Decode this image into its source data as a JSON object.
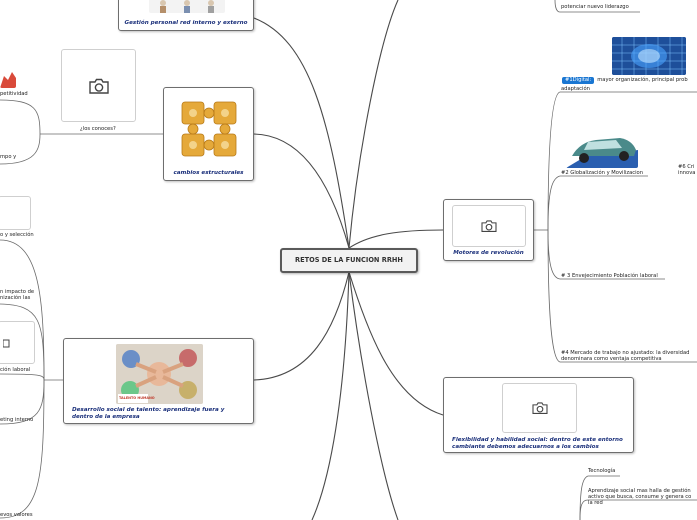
{
  "root": {
    "label": "RETOS DE LA FUNCION RRHH"
  },
  "nodes": {
    "gestion": {
      "label": "Gestión personal red interno y externo"
    },
    "cambios": {
      "label": "cambios estructurales"
    },
    "desarrollo": {
      "label": "Desarrollo social de talento: aprendizaje fuera y dentro de la empresa",
      "image_caption": "TALENTO HUMANO"
    },
    "motores": {
      "label": "Motores de revolución"
    },
    "flexibilidad": {
      "label": "Flexibilidad y habilidad social: dentro de este entorno cambiante debemos adecuarnos a los cambios"
    }
  },
  "leaves": {
    "conoces": "¿los conoces?",
    "competitividad": "petitividad",
    "tiempo": "mpo y",
    "seleccion": "o y selección",
    "impacto_line1": "n impacto de",
    "impacto_line2": "nización las",
    "laboral": "ción laboral",
    "marketing": "eting interno",
    "valores": "evos valores",
    "liderazgo": "potenciar nuevo liderazgo",
    "digital_badge": "#1Digital:",
    "digital_text": "mayor organización, principal prob",
    "digital_line2": "adaptación",
    "globalizacion": "#2 Globalización y Movilizacion",
    "crit_line1": "#6 Cri",
    "crit_line2": "innova",
    "envejecimiento": "# 3 Envejecimiento Población laboral",
    "mercado_line1": "#4 Mercado de trabajo no ajustado: la diversidad",
    "mercado_line2": "denominara como ventaja competitiva",
    "tecnologia": "Tecnología",
    "aprendizaje_line1": "Aprendizaje social mas halla de gestión",
    "aprendizaje_line2": "activo que busca, consume y genera co",
    "aprendizaje_line3": "la red"
  },
  "colors": {
    "title_blue": "#1a2f7a",
    "badge_blue": "#1976d2",
    "connector": "#4a4a4a"
  },
  "icons": {
    "placeholder": "camera-icon"
  }
}
